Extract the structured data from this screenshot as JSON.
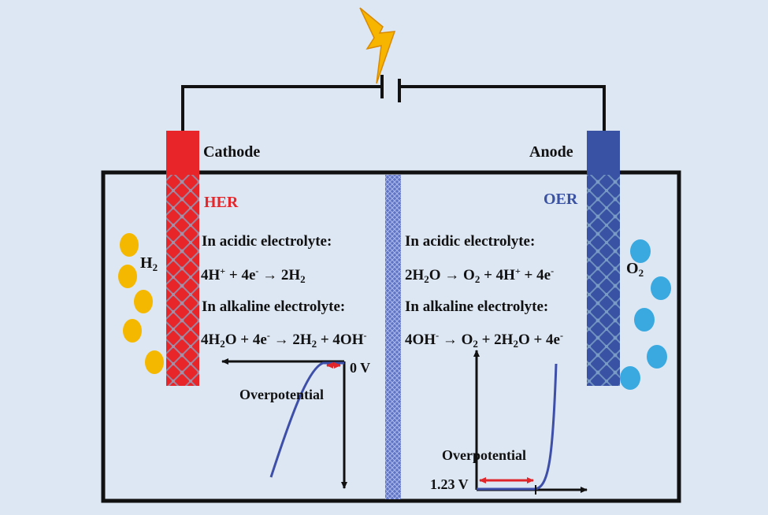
{
  "electrodes": {
    "cathode": {
      "label": "Cathode",
      "reaction": "HER",
      "color": "#e8262a",
      "reaction_color": "#e8262a"
    },
    "anode": {
      "label": "Anode",
      "reaction": "OER",
      "color": "#3a52a3",
      "reaction_color": "#3a52a3"
    }
  },
  "gases": {
    "h2": {
      "symbol": "H",
      "sub": "2",
      "bubble_color": "#f5b800"
    },
    "o2": {
      "symbol": "O",
      "sub": "2",
      "bubble_color": "#3aa9e0"
    }
  },
  "her": {
    "acidic_heading": "In acidic electrolyte:",
    "acidic_eq": {
      "a": "4H",
      "b": "+",
      "c": " + 4e",
      "d": "-",
      "e": " → 2H",
      "f": "2"
    },
    "alkaline_heading": "In alkaline electrolyte:",
    "alkaline_eq": {
      "a": "4H",
      "b": "2",
      "c": "O + 4e",
      "d": "-",
      "e": " → 2H",
      "f": "2",
      "g": " + 4OH",
      "h": "-"
    },
    "potential_label": "0 V",
    "overpotential_label": "Overpotential"
  },
  "oer": {
    "acidic_heading": "In acidic electrolyte:",
    "acidic_eq": {
      "a": "2H",
      "b": "2",
      "c": "O → O",
      "d": "2",
      "e": " + 4H",
      "f": "+",
      "g": " + 4e",
      "h": "-"
    },
    "alkaline_heading": "In alkaline electrolyte:",
    "alkaline_eq": {
      "a": "4OH",
      "b": "-",
      "c": " → O",
      "d": "2",
      "e": " + 2H",
      "f": "2",
      "g": "O + 4e",
      "h": "-"
    },
    "potential_label": "1.23 V",
    "overpotential_label": "Overpotential"
  },
  "colors": {
    "background": "#dde7f3",
    "curve": "#3d4fa8",
    "arrow_red": "#e0262a",
    "membrane": "#6a7ed0",
    "lightning": "#f7b500"
  }
}
